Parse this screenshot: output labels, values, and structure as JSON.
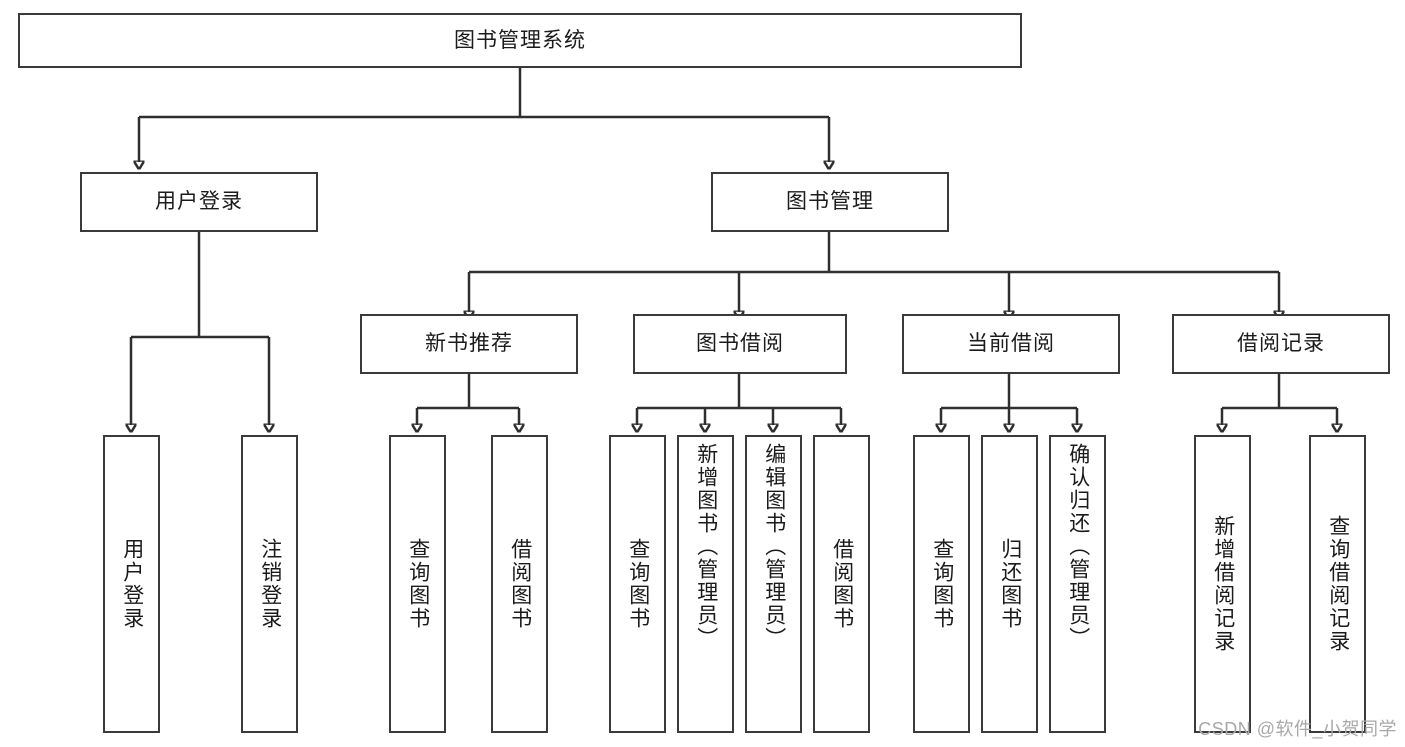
{
  "diagram": {
    "title": "图书管理系统",
    "type": "tree-hierarchy",
    "colors": {
      "stroke": "#2f2f2f",
      "box_border": "#3a3a3a",
      "background": "#ffffff",
      "text": "#1b1b1b",
      "watermark": "#a8a8a8"
    },
    "root": {
      "label": "图书管理系统"
    },
    "level1": [
      {
        "label": "用户登录"
      },
      {
        "label": "图书管理"
      }
    ],
    "level2": [
      {
        "label": "新书推荐"
      },
      {
        "label": "图书借阅"
      },
      {
        "label": "当前借阅"
      },
      {
        "label": "借阅记录"
      }
    ],
    "leaves": {
      "user_login": [
        {
          "label": "用户登录"
        },
        {
          "label": "注销登录"
        }
      ],
      "new_book_recommend": [
        {
          "label": "查询图书"
        },
        {
          "label": "借阅图书"
        }
      ],
      "book_borrow": [
        {
          "label": "查询图书"
        },
        {
          "label": "新增图书（管理员）"
        },
        {
          "label": "编辑图书（管理员）"
        },
        {
          "label": "借阅图书"
        }
      ],
      "current_borrow": [
        {
          "label": "查询图书"
        },
        {
          "label": "归还图书"
        },
        {
          "label": "确认归还（管理员）"
        }
      ],
      "borrow_record": [
        {
          "label": "新增借阅记录"
        },
        {
          "label": "查询借阅记录"
        }
      ]
    }
  },
  "watermark": {
    "text": "CSDN @软件_小贺同学"
  }
}
